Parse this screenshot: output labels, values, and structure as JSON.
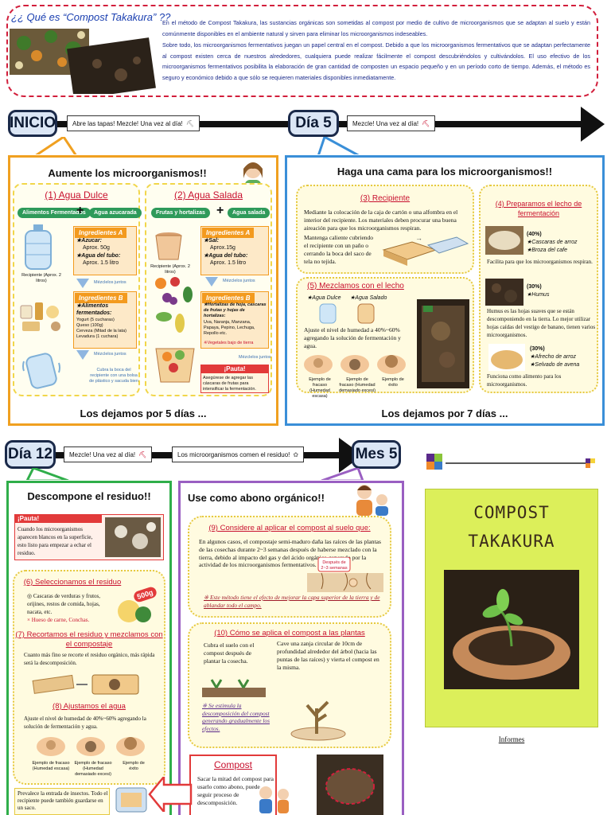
{
  "intro": {
    "title": "¿¿ Qué es “Compost Takakura” ??",
    "p1": "En el método de Compost Takakura, las sustancias orgánicas son sometidas al compost por medio de cultivo de microorganismos que se adaptan al suelo y están comúnmente disponibles en el ambiente natural y sirven para eliminar los microorganismos indeseables.",
    "p2": "Sobre todo, los microorganismos fermentativos juegan un papel central en el compost. Debido a que los microorganismos fermentativos que se adaptan perfectamente al compost existen cerca de nuestros alrededores, cualquiera puede realizar fácilmente el compost descubriéndolos y cultivándolos. El uso efectivo de los microorganismos fermentativos posibilita la elaboración de gran cantidad de composten un espacio pequeño y en un período corto de tiempo. Además, el método es seguro y económico debido a que sólo se requieren materiales disponibles inmediatamente."
  },
  "timeline1": {
    "start": "INICIO",
    "tag1": "Abre las tapas!  Mezcle!  Una vez al día!",
    "day5": "Día 5",
    "tag2": "Mezcle! Una vez al día!"
  },
  "timeline2": {
    "day12": "Día 12",
    "tag1": "Mezcle!  Una vez al día!",
    "tag2": "Los microorganismos comen el residuo!",
    "month5": "Mes 5"
  },
  "panel1": {
    "title": "Aumente los microorganismos!!",
    "footer": "Los dejamos por 5 días ...",
    "left": {
      "title": "(1) Agua Dulce",
      "pill_a": "Alimentos Fermentados",
      "pill_b": "Agua azucarada",
      "recipient": "Recipiente (Aprox. 2 litros)",
      "ing_a": "Ingredientes A",
      "a1": "★Azucar:",
      "a1v": "Aprox. 50g",
      "a2": "★Agua del tubo:",
      "a2v": "Aprox. 1.5 litro",
      "mix1": "Mézclelos juntos",
      "ing_b": "Ingredientes B",
      "b1": "★Alimentos fermentados:",
      "b_list": "Yogurt (5 cucharas)\nQueso (100g)\nCerveza (Mitad de la lata)\nLevadura (1 cuchara)",
      "mix2": "Mézclelos juntos",
      "cover": "Cubra la boca del recipiente con una bolsa de plástico y sacuda bien"
    },
    "right": {
      "title": "(2) Agua Salada",
      "pill_a": "Frutas y hortalizas",
      "pill_b": "Agua salada",
      "recipient": "Recipiente (Aprox. 2 litros)",
      "ing_a": "Ingredientes A",
      "a1": "★Sal:",
      "a1v": "Aprox.15g",
      "a2": "★Agua del tubo:",
      "a2v": "Aprox. 1.5 litro",
      "mix1": "Mézclelos juntos",
      "ing_b": "Ingredientes B",
      "b1": "★Hortalizas de hoja, cascaras de frutas y hojas de hortalizas:",
      "b_list": "Uva, Naranja, Manzana, Papaya, Pepino, Lechuga, Repollo etc.",
      "b_note": "※Vegetales bajo de tierra",
      "mix2": "Mézclelos juntos",
      "pauta": "¡Pauta!",
      "pauta_text": "Asegúrese de agregar las cáscaras de frutas para intensificar la fermentación."
    }
  },
  "panel2": {
    "title": "Haga una cama para los microorganismos!!",
    "footer": "Los dejamos por 7 días ...",
    "s3": {
      "title": "(3) Recipiente",
      "text1": "Mediante la colocación de la caja de cartón o una alfombra en el interior del recipiente. Los materiales deben procurar una buena aireación para que los microorganismos respiran.",
      "text2": "Mantenga caliente cubriendo el recipiente con un paño o cerrando la boca del saco de tela no tejida."
    },
    "s4": {
      "title": "(4) Preparamos el lecho de fermentación",
      "i1_pct": "(40%)",
      "i1_a": "★Cascaras de arroz",
      "i1_b": "★Broza del cafe",
      "i1_desc": "Facilita para que los microorganismos respiran.",
      "i2_pct": "(30%)",
      "i2_a": "★Humus",
      "i2_desc": "Humus es las hojas suaves que se están descomponiendo en la tierra. Lo mejor utilizar hojas caídas del vestigo de banano, tienen varios microorganismos.",
      "i3_pct": "(30%)",
      "i3_a": "★Afrecho de arroz",
      "i3_b": "★Selvado de avena",
      "i3_desc": "Funciona como alimento para los microorganismos."
    },
    "s5": {
      "title": "(5) Mezclamos con el lecho",
      "a": "★Agua Dulce",
      "b": "★Agua Salado",
      "text": "Ajuste el nivel de humedad a 40%~60% agregando la solución de fermentación y agua.",
      "ex1": "Ejemplo de fracaso (Humedad escasa)",
      "ex2": "Ejemplo de fracaso (Humedad demasiado excesi)",
      "ex3": "Ejemplo de éxito"
    }
  },
  "panel3": {
    "title": "Descompone el  residuo!!",
    "pauta": "¡Pauta!",
    "pauta_text": "Cuando los microorganismos aparecen blancos en la superficie, esto listo para empezar a echar el residuo.",
    "s6": {
      "title": "(6) Seleccionamos el residuo",
      "ok": "◎ Cascaras de verduras y frutos, orijines, restos de comida, hojas, nacata, etc.",
      "ng": "× Hueso de carne, Conchas.",
      "badge": "500g"
    },
    "s7": {
      "title": "(7) Recortamos el residuo y mezclamos con el compostaje",
      "text": "Cuanto más fino se recorte el residuo orgánico, más rápida será la descomposición."
    },
    "s8": {
      "title": "(8) Ajustamos el agua",
      "text": "Ajuste el nivel de humedad de 40%~60% agregando la solución de fermentación y agua.",
      "ex1": "Ejemplo de fracaso (Humedad escasa)",
      "ex2": "Ejemplo de fracaso (Humedad demasiado excesi)",
      "ex3": "Ejemplo de éxito"
    },
    "bottom": "Prevalece la entrada de insectos. Todo el recipiente puede también guardarse en un saco."
  },
  "panel4": {
    "title": "Use como abono orgánico!!",
    "s9": {
      "title": "(9) Considere al aplicar el compost al suelo que:",
      "text": "En algunos casos, el compostaje semi-maduro daña las raíces de las plantas de las cosechas durante 2~3 semanas después de haberse mezclado con la tierra, debido al impacto del gas y del ácido orgánico generado por la actividad de los microorganismos fermentativos.",
      "bubble": "Después de 2~3 semanas",
      "note": "※ Este método tiene el efecto de mejorar la capa superior de la tierra y de ablandar todo el campo."
    },
    "s10": {
      "title": "(10) Cómo se aplica el compost a las plantas",
      "left": "Cubra el suelo con el compost después de plantar la cosecha.",
      "right": "Cave una zanja circular de 10cm de profundidad alrededor del árbol (hacia las puntas de las raíces) y vierta el compost en la misma.",
      "note": "※ Se estimula la descomposición del compost generando gradualmente los efectos."
    },
    "compost": {
      "title": "Compost",
      "text": "Sacar la mitad del compost para usarlo como abono, puede seguir proceso de descomposición."
    }
  },
  "cover": {
    "title_line1": "COMPOST",
    "title_line2": "TAKAKURA",
    "footer": "Informes"
  },
  "colors": {
    "orange": "#f0a020",
    "blue": "#3a8fd8",
    "green": "#2fae4a",
    "purple": "#9a5fc2",
    "red": "#c8102e",
    "cover": "#dcef5a"
  }
}
